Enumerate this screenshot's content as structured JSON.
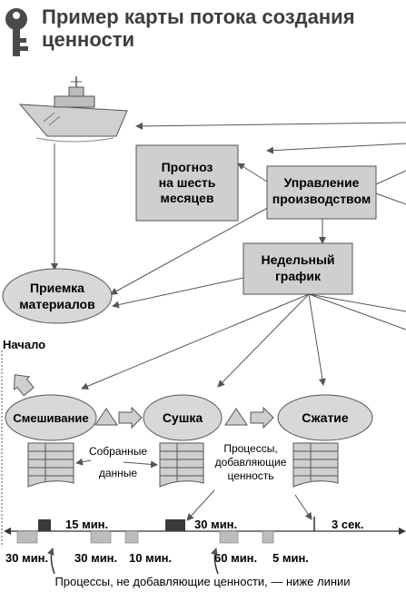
{
  "header": {
    "title": "Пример карты потока создания ценности"
  },
  "nodes": {
    "forecast": [
      "Прогноз",
      "на шесть",
      "месяцев"
    ],
    "production_control": [
      "Управление",
      "производством"
    ],
    "weekly_schedule": [
      "Недельный",
      "график"
    ],
    "receiving": [
      "Приемка",
      "материалов"
    ],
    "mixing": "Смешивание",
    "drying": "Сушка",
    "pressing": "Сжатие"
  },
  "labels": {
    "start": "Начало",
    "collected_data": [
      "Собранные",
      "данные"
    ],
    "value_adding": [
      "Процессы,",
      "добавляющие",
      "ценность"
    ]
  },
  "timeline": {
    "upper": [
      "15 мин.",
      "30 мин.",
      "3 сек."
    ],
    "lower": [
      "30 мин.",
      "30 мин.",
      "10 мин.",
      "60 мин.",
      "5 мин."
    ]
  },
  "footer": {
    "caption": "Процессы, не добавляющие ценности, — ниже линии"
  },
  "colors": {
    "box_fill": "#cfcfcf",
    "ellipse_fill": "#d8d8d8",
    "stroke": "#555555",
    "title": "#3d3d3d",
    "dark_marker": "#3a3a3a"
  },
  "icons": [
    "key-icon",
    "ship-icon",
    "document-icon",
    "triangle-icon",
    "push-arrow-icon"
  ]
}
